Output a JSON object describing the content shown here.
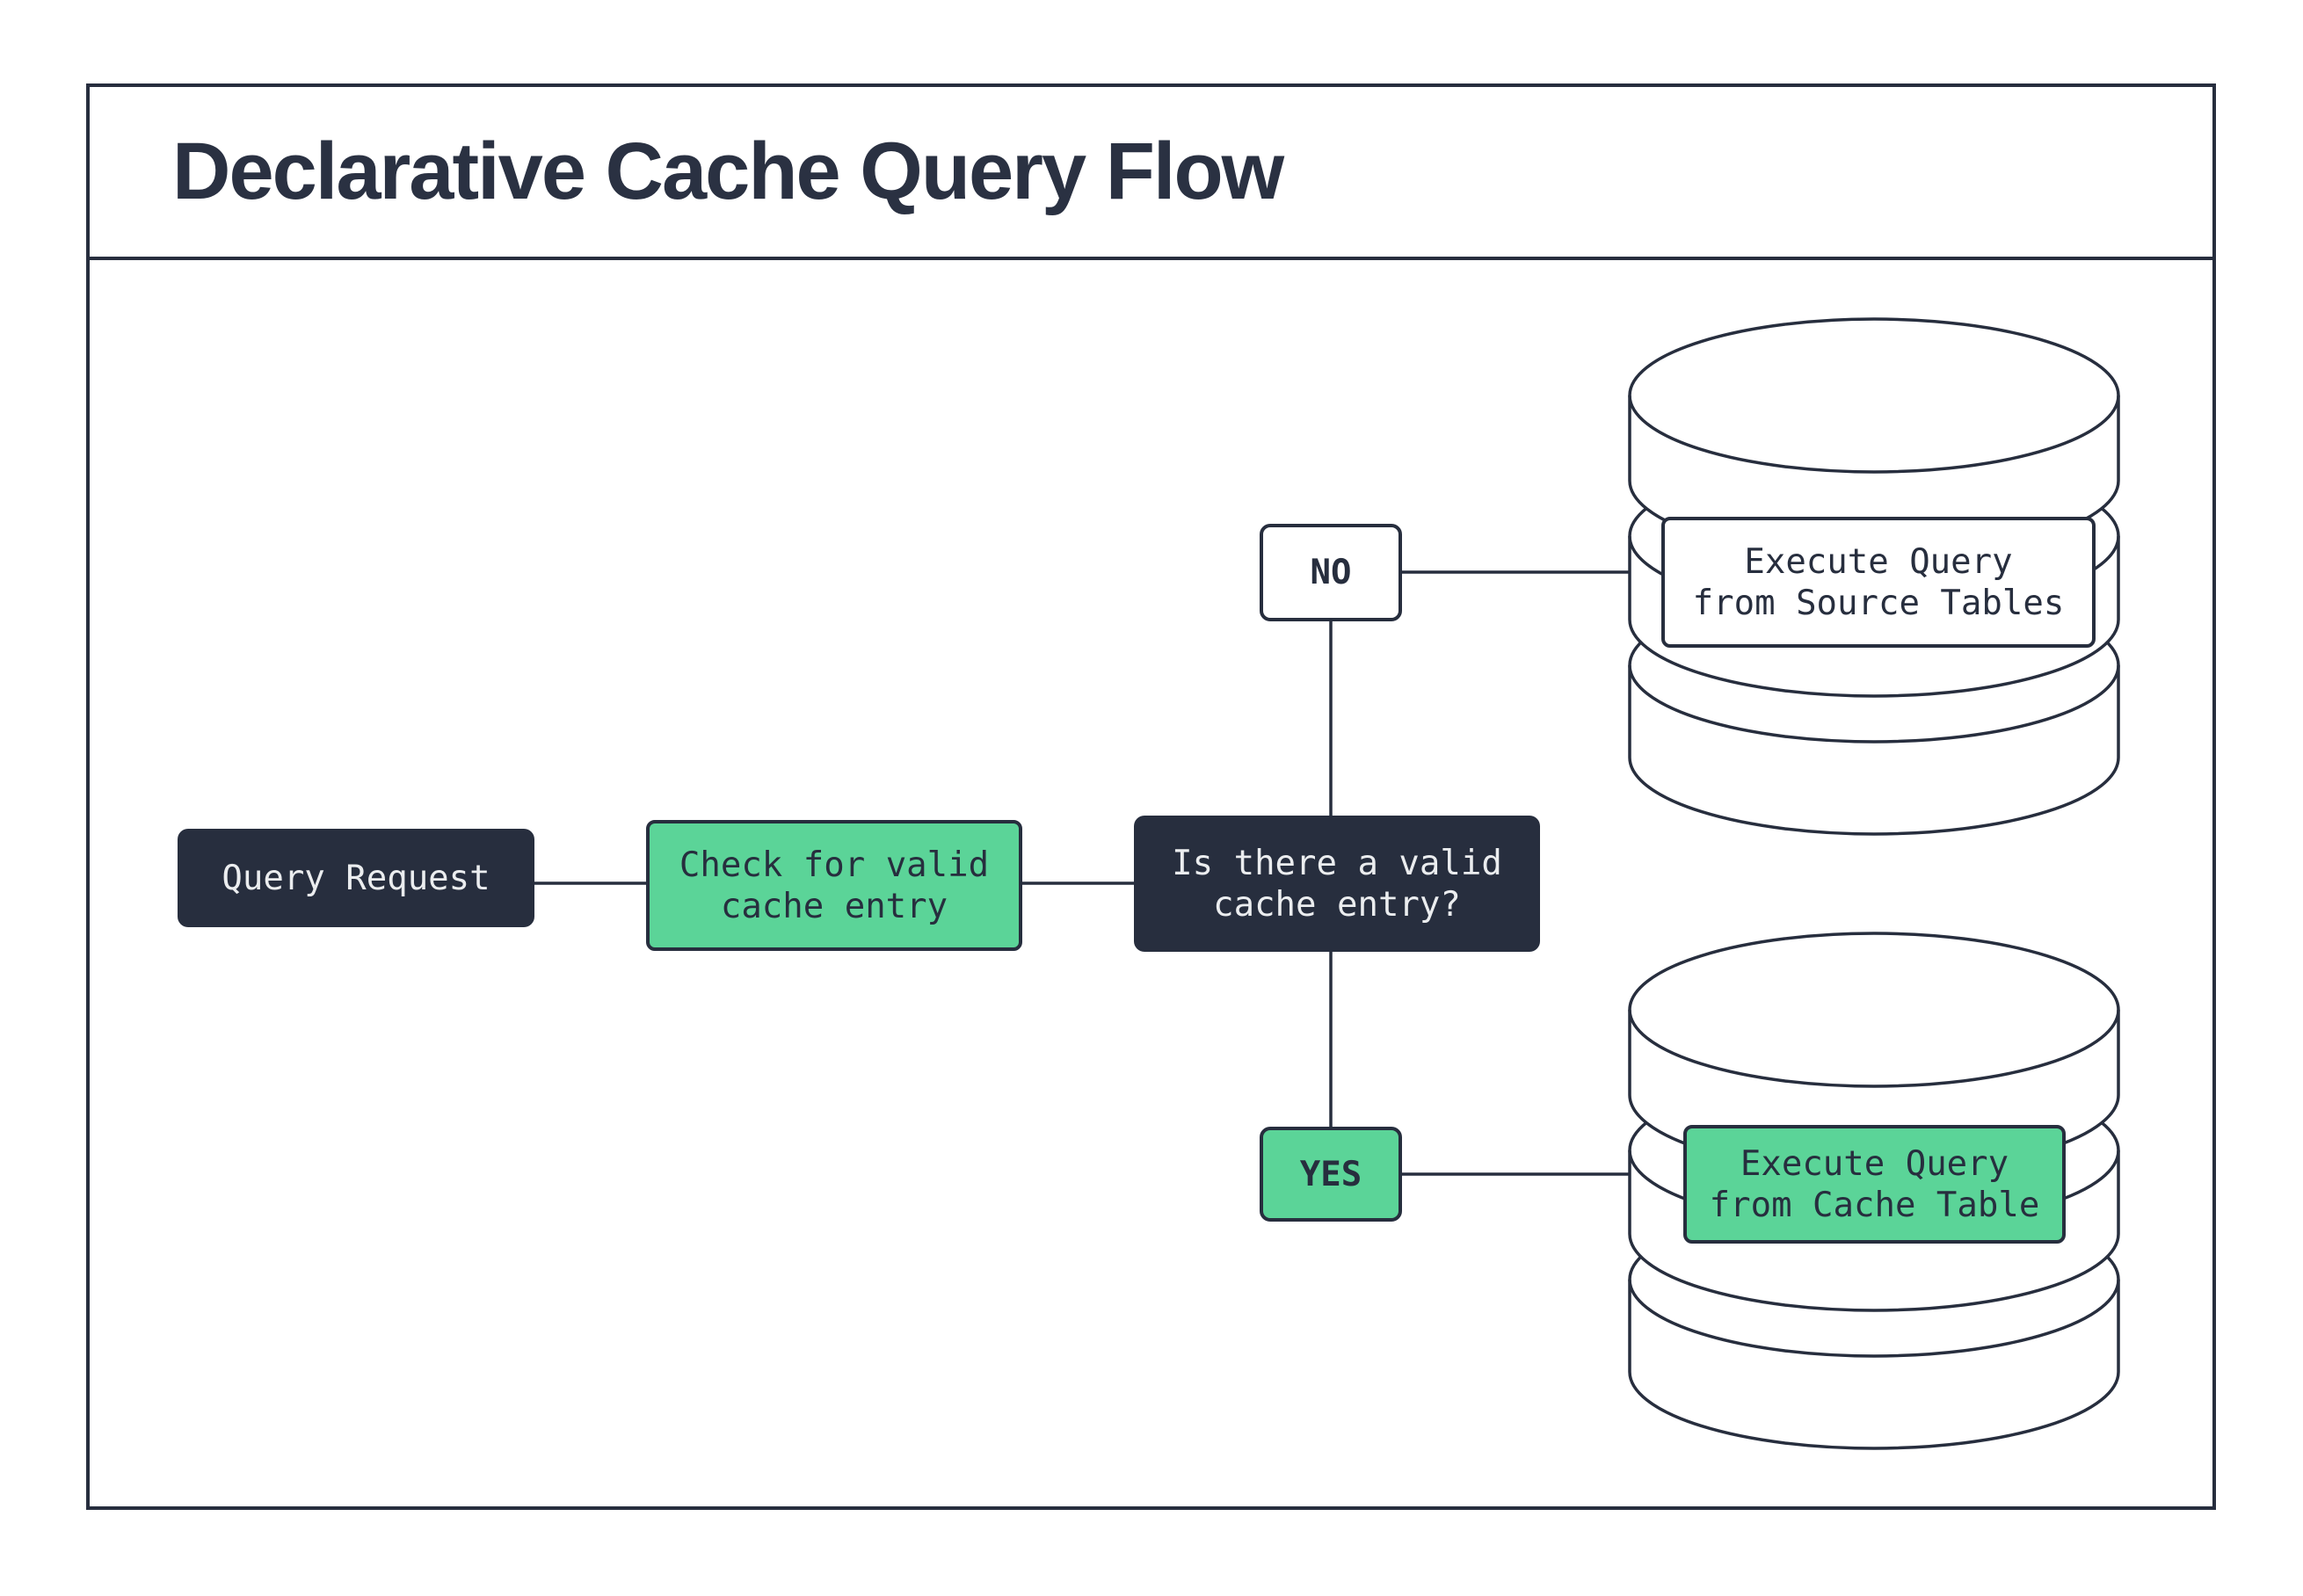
{
  "title": "Declarative Cache Query Flow",
  "colors": {
    "dark_navy": "#272e3e",
    "green": "#5bd498",
    "light_text": "#ebedef",
    "background": "#ffffff",
    "title_text": "#2a3142"
  },
  "nodes": {
    "query_request": {
      "label": "Query Request"
    },
    "check_cache": {
      "label": "Check for valid\ncache entry"
    },
    "cache_question": {
      "label": "Is there a valid\ncache entry?"
    },
    "edge_no": {
      "label": "NO"
    },
    "edge_yes": {
      "label": "YES"
    },
    "execute_source": {
      "label": "Execute Query\nfrom Source Tables"
    },
    "execute_cache": {
      "label": "Execute Query\nfrom Cache Table"
    }
  }
}
